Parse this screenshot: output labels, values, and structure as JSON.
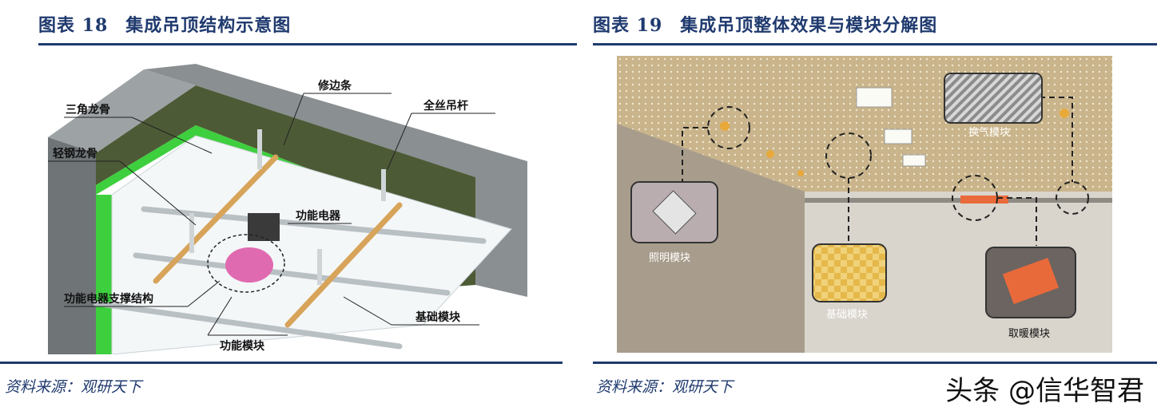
{
  "left": {
    "fig_num": "图表 18",
    "fig_title": "集成吊顶结构示意图",
    "source": "资料来源：观研天下",
    "labels": {
      "trim": "修边条",
      "triangle_keel": "三角龙骨",
      "rod": "全丝吊杆",
      "light_keel": "轻钢龙骨",
      "appliance": "功能电器",
      "support": "功能电器支撑结构",
      "base_module": "基础模块",
      "func_module": "功能模块"
    }
  },
  "right": {
    "fig_num": "图表 19",
    "fig_title": "集成吊顶整体效果与模块分解图",
    "source": "资料来源：观研天下",
    "labels": {
      "vent": "换气模块",
      "light": "照明模块",
      "base": "基础模块",
      "heat": "取暖模块"
    }
  },
  "watermark": "头条 @信华智君",
  "colors": {
    "title": "#1f3a6e",
    "green": "#3ecf3e",
    "wall": "#7f8487"
  }
}
